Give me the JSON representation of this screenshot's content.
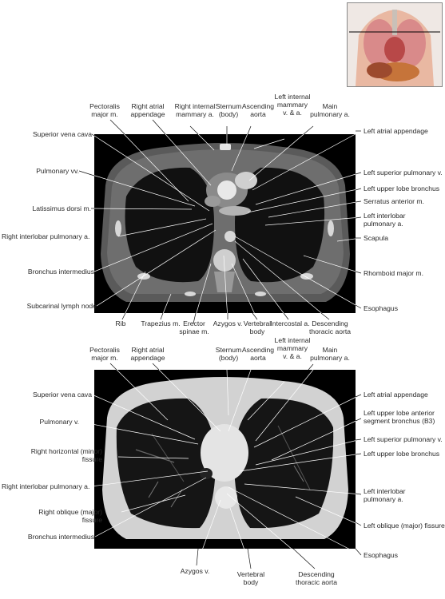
{
  "top_panel": {
    "labels_top": [
      {
        "id": "pectoralis-major",
        "text": "Pectoralis\nmajor m."
      },
      {
        "id": "right-atrial-appendage",
        "text": "Right atrial\nappendage"
      },
      {
        "id": "right-internal-mammary",
        "text": "Right internal\nmammary a."
      },
      {
        "id": "sternum",
        "text": "Sternum\n(body)"
      },
      {
        "id": "ascending-aorta",
        "text": "Ascending\naorta"
      },
      {
        "id": "left-internal-mammary",
        "text": "Left internal\nmammary\nv. & a."
      },
      {
        "id": "main-pulmonary",
        "text": "Main\npulmonary a."
      }
    ],
    "labels_left": [
      {
        "id": "superior-vena-cava",
        "text": "Superior vena cava"
      },
      {
        "id": "pulmonary-vv",
        "text": "Pulmonary vv."
      },
      {
        "id": "latissimus-dorsi",
        "text": "Latissimus dorsi m."
      },
      {
        "id": "right-interlobar-pulmonary",
        "text": "Right interlobar pulmonary a."
      },
      {
        "id": "bronchus-intermedius",
        "text": "Bronchus intermedius"
      },
      {
        "id": "subcarinal-lymph-node",
        "text": "Subcarinal lymph node"
      }
    ],
    "labels_right": [
      {
        "id": "left-atrial-appendage",
        "text": "Left atrial appendage"
      },
      {
        "id": "left-superior-pulmonary-v",
        "text": "Left superior pulmonary v."
      },
      {
        "id": "left-upper-lobe-bronchus",
        "text": "Left upper lobe bronchus"
      },
      {
        "id": "serratus-anterior",
        "text": "Serratus anterior m."
      },
      {
        "id": "left-interlobar-pulmonary",
        "text": "Left interlobar\npulmonary a."
      },
      {
        "id": "scapula",
        "text": "Scapula"
      },
      {
        "id": "rhomboid-major",
        "text": "Rhomboid major m."
      },
      {
        "id": "esophagus",
        "text": "Esophagus"
      }
    ],
    "labels_bottom": [
      {
        "id": "rib",
        "text": "Rib"
      },
      {
        "id": "trapezius",
        "text": "Trapezius m."
      },
      {
        "id": "erector-spinae",
        "text": "Erector\nspinae m."
      },
      {
        "id": "azygos-v",
        "text": "Azygos v."
      },
      {
        "id": "vertebral-body",
        "text": "Vertebral\nbody"
      },
      {
        "id": "intercostal-a",
        "text": "Intercostal a."
      },
      {
        "id": "descending-thoracic-aorta",
        "text": "Descending\nthoracic aorta"
      }
    ]
  },
  "bottom_panel": {
    "labels_top": [
      {
        "id": "pectoralis-major",
        "text": "Pectoralis\nmajor m."
      },
      {
        "id": "right-atrial-appendage",
        "text": "Right atrial\nappendage"
      },
      {
        "id": "sternum",
        "text": "Sternum\n(body)"
      },
      {
        "id": "ascending-aorta",
        "text": "Ascending\naorta"
      },
      {
        "id": "left-internal-mammary",
        "text": "Left internal\nmammary\nv. & a."
      },
      {
        "id": "main-pulmonary",
        "text": "Main\npulmonary a."
      }
    ],
    "labels_left": [
      {
        "id": "superior-vena-cava",
        "text": "Superior vena cava"
      },
      {
        "id": "pulmonary-v",
        "text": "Pulmonary v."
      },
      {
        "id": "right-horizontal-fissure",
        "text": "Right horizontal (minor)\nfissure"
      },
      {
        "id": "right-interlobar-pulmonary",
        "text": "Right interlobar pulmonary a."
      },
      {
        "id": "right-oblique-fissure",
        "text": "Right oblique (major)\nfissure"
      },
      {
        "id": "bronchus-intermedius",
        "text": "Bronchus intermedius"
      }
    ],
    "labels_right": [
      {
        "id": "left-atrial-appendage",
        "text": "Left atrial appendage"
      },
      {
        "id": "left-upper-lobe-anterior-b3",
        "text": "Left upper lobe anterior\nsegment bronchus (B3)"
      },
      {
        "id": "left-superior-pulmonary-v",
        "text": "Left superior pulmonary v."
      },
      {
        "id": "left-upper-lobe-bronchus",
        "text": "Left upper lobe bronchus"
      },
      {
        "id": "left-interlobar-pulmonary",
        "text": "Left interlobar\npulmonary a."
      },
      {
        "id": "left-oblique-fissure",
        "text": "Left oblique (major) fissure"
      },
      {
        "id": "esophagus",
        "text": "Esophagus"
      }
    ],
    "labels_bottom": [
      {
        "id": "azygos-v",
        "text": "Azygos v."
      },
      {
        "id": "vertebral-body",
        "text": "Vertebral\nbody"
      },
      {
        "id": "descending-thoracic-aorta",
        "text": "Descending\nthoracic aorta"
      }
    ]
  }
}
